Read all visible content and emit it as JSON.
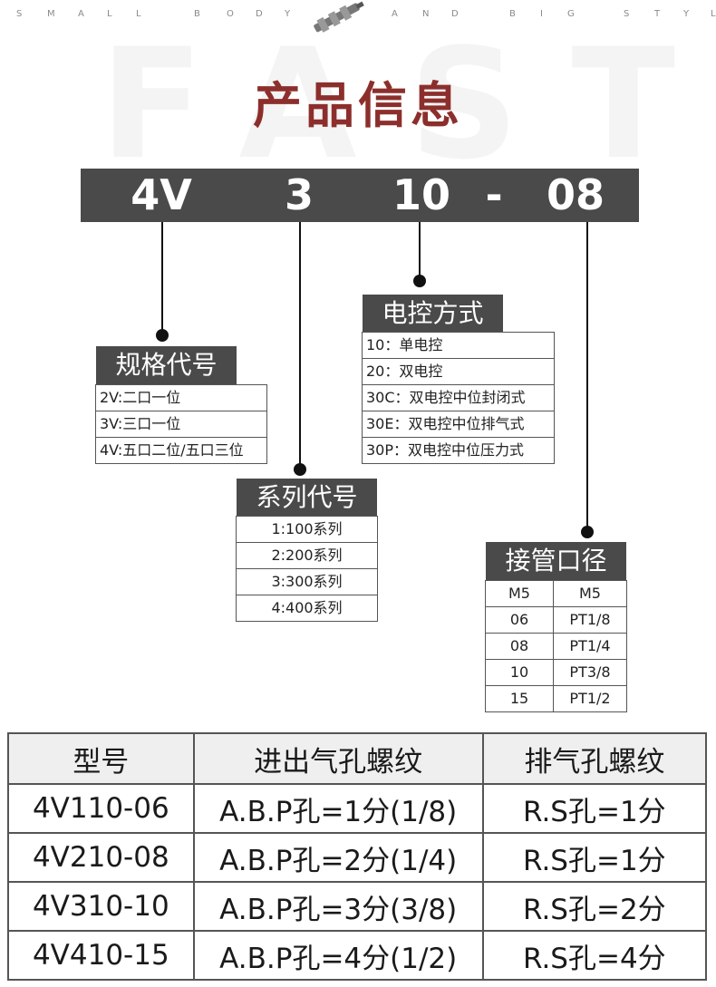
{
  "tagline": [
    "S",
    "M",
    "A",
    "L",
    "L",
    "B",
    "O",
    "D",
    "Y",
    "A",
    "N",
    "D",
    "B",
    "I",
    "G",
    "S",
    "T",
    "Y",
    "L"
  ],
  "watermark": "FAST",
  "title": "产品信息",
  "model_code": {
    "segments": [
      "4V",
      "3",
      "10",
      "-",
      "08"
    ]
  },
  "groups": {
    "spec_code": {
      "title": "规格代号",
      "rows": [
        "2V:二口一位",
        "3V:三口一位",
        "4V:五口二位/五口三位"
      ]
    },
    "series_code": {
      "title": "系列代号",
      "rows": [
        "1:100系列",
        "2:200系列",
        "3:300系列",
        "4:400系列"
      ]
    },
    "control": {
      "title": "电控方式",
      "rows": [
        "10：单电控",
        "20：双电控",
        "30C：双电控中位封闭式",
        "30E：双电控中位排气式",
        "30P：双电控中位压力式"
      ]
    },
    "port": {
      "title": "接管口径",
      "rows": [
        [
          "M5",
          "M5"
        ],
        [
          "06",
          "PT1/8"
        ],
        [
          "08",
          "PT1/4"
        ],
        [
          "10",
          "PT3/8"
        ],
        [
          "15",
          "PT1/2"
        ]
      ]
    }
  },
  "spec_table": {
    "headers": [
      "型号",
      "进出气孔螺纹",
      "排气孔螺纹"
    ],
    "rows": [
      [
        "4V110-06",
        "A.B.P孔=1分(1/8)",
        "R.S孔=1分"
      ],
      [
        "4V210-08",
        "A.B.P孔=2分(1/4)",
        "R.S孔=1分"
      ],
      [
        "4V310-10",
        "A.B.P孔=3分(3/8)",
        "R.S孔=2分"
      ],
      [
        "4V410-15",
        "A.B.P孔=4分(1/2)",
        "R.S孔=4分"
      ]
    ]
  },
  "colors": {
    "title": "#8c2f2c",
    "bar": "#4a4a4a",
    "table_head": "#efefef"
  }
}
